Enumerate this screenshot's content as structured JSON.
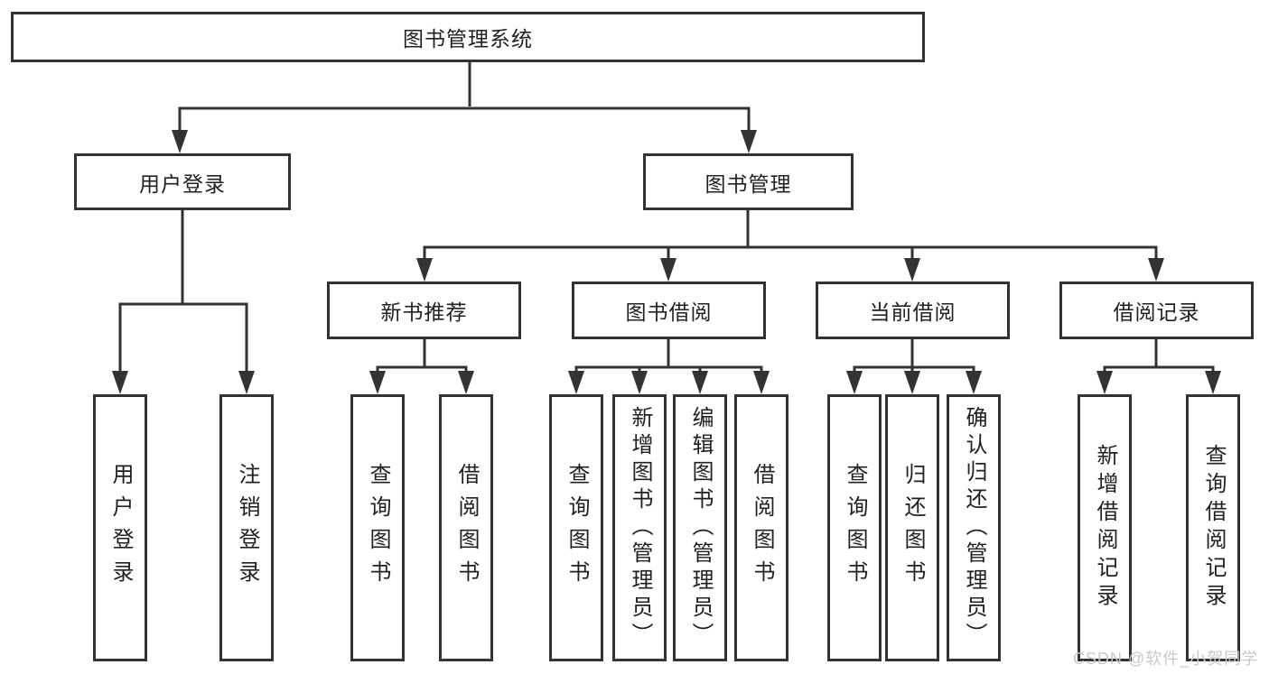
{
  "colors": {
    "line": "#333333",
    "text": "#212121",
    "background": "#ffffff",
    "watermark": "#c9c9c9"
  },
  "tree": {
    "root": {
      "label": "图书管理系统"
    },
    "level2": [
      {
        "id": "user-login",
        "label": "用户登录"
      },
      {
        "id": "book-management",
        "label": "图书管理"
      }
    ],
    "level3": [
      {
        "id": "new-book-recommend",
        "label": "新书推荐",
        "parent": "book-management"
      },
      {
        "id": "book-borrowing",
        "label": "图书借阅",
        "parent": "book-management"
      },
      {
        "id": "current-borrowing",
        "label": "当前借阅",
        "parent": "book-management"
      },
      {
        "id": "borrowing-records",
        "label": "借阅记录",
        "parent": "book-management"
      }
    ],
    "leaves": [
      {
        "parent": "user-login",
        "label": "用户登录"
      },
      {
        "parent": "user-login",
        "label": "注销登录"
      },
      {
        "parent": "new-book-recommend",
        "label": "查询图书"
      },
      {
        "parent": "new-book-recommend",
        "label": "借阅图书"
      },
      {
        "parent": "book-borrowing",
        "label": "查询图书"
      },
      {
        "parent": "book-borrowing",
        "label": "新增图书（管理员）"
      },
      {
        "parent": "book-borrowing",
        "label": "编辑图书（管理员）"
      },
      {
        "parent": "book-borrowing",
        "label": "借阅图书"
      },
      {
        "parent": "current-borrowing",
        "label": "查询图书"
      },
      {
        "parent": "current-borrowing",
        "label": "归还图书"
      },
      {
        "parent": "current-borrowing",
        "label": "确认归还（管理员）"
      },
      {
        "parent": "borrowing-records",
        "label": "新增借阅记录"
      },
      {
        "parent": "borrowing-records",
        "label": "查询借阅记录"
      }
    ]
  },
  "watermark": {
    "text": "CSDN @软件_小贺同学"
  }
}
